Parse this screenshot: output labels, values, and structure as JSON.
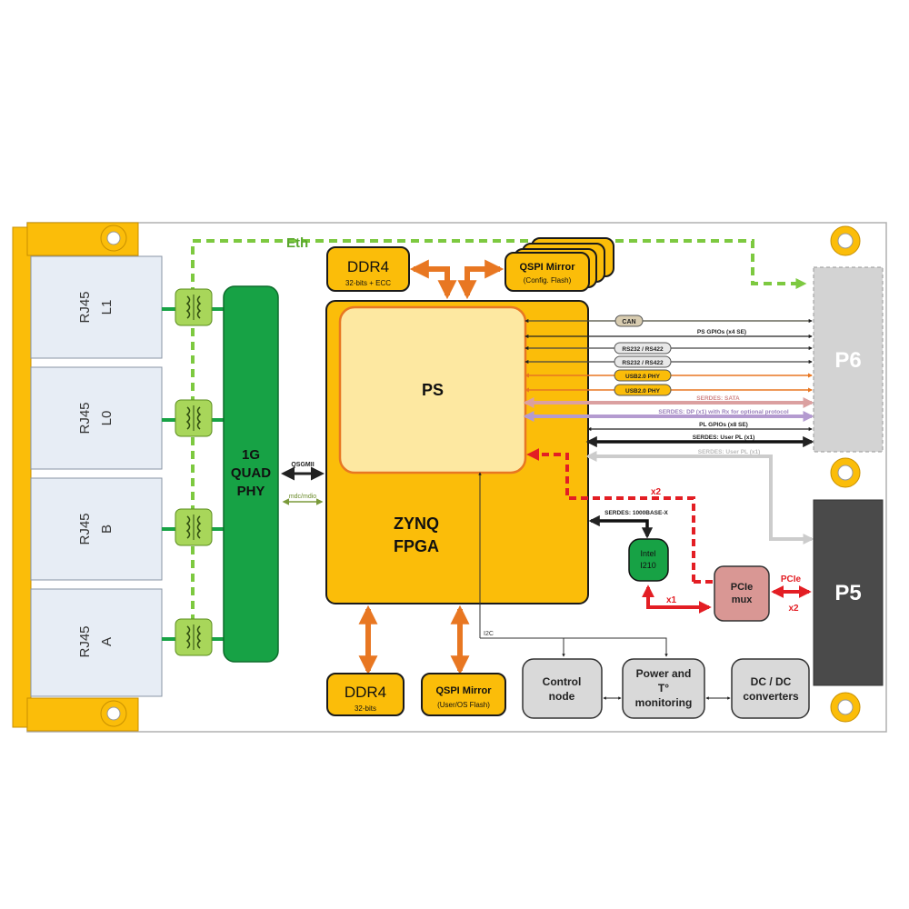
{
  "diagram": {
    "eth_label": "Eth",
    "rj45": [
      {
        "line1": "RJ45",
        "line2": "L1"
      },
      {
        "line1": "RJ45",
        "line2": "L0"
      },
      {
        "line1": "RJ45",
        "line2": "B"
      },
      {
        "line1": "RJ45",
        "line2": "A"
      }
    ],
    "phy": {
      "line1": "1G",
      "line2": "QUAD",
      "line3": "PHY"
    },
    "qsgmii_label": "QSGMII",
    "mdc_label": "mdc/mdio",
    "ddr4_top": {
      "title": "DDR4",
      "sub": "32-bits + ECC"
    },
    "qspi_top": {
      "title": "QSPI Mirror",
      "sub": "(Config. Flash)"
    },
    "ps_label": "PS",
    "fpga": {
      "line1": "ZYNQ",
      "line2": "FPGA"
    },
    "ddr4_bottom": {
      "title": "DDR4",
      "sub": "32-bits"
    },
    "qspi_bottom": {
      "title": "QSPI Mirror",
      "sub": "(User/OS Flash)"
    },
    "i2c_label": "I2C",
    "buses": {
      "can": "CAN",
      "ps_gpio": "PS GPIOs (x4 SE)",
      "rs1": "RS232 / RS422",
      "rs2": "RS232 / RS422",
      "usb1": "USB2.0 PHY",
      "usb2": "USB2.0 PHY",
      "sata": "SERDES: SATA",
      "dp": "SERDES: DP (x1) with Rx for optional protocol",
      "pl_gpio": "PL GPIOs (x8 SE)",
      "user_pl1": "SERDES: User PL (x1)",
      "user_pl2": "SERDES: User PL (x1)",
      "base_x": "SERDES: 1000BASE-X"
    },
    "x2_top": "x2",
    "intel": {
      "line1": "Intel",
      "line2": "I210"
    },
    "x1_label": "x1",
    "pcie_mux": {
      "line1": "PCIe",
      "line2": "mux"
    },
    "pcie_label": "PCIe",
    "x2_right": "x2",
    "p6": "P6",
    "p5": "P5",
    "control_node": {
      "line1": "Control",
      "line2": "node"
    },
    "power_mon": {
      "line1": "Power and",
      "line2": "T°",
      "line3": "monitoring"
    },
    "dcdc": {
      "line1": "DC / DC",
      "line2": "converters"
    },
    "colors": {
      "fpga": "#fbbd09",
      "ps": "#fde8a1",
      "phy_green": "#17a245",
      "eth_green": "#7dc940",
      "arrow_orange": "#e87722",
      "pcie_red": "#e31e24",
      "p5_dark": "#4a4a4a",
      "p6_light": "#d3d3d3",
      "grey_box": "#d9d9d9"
    }
  }
}
